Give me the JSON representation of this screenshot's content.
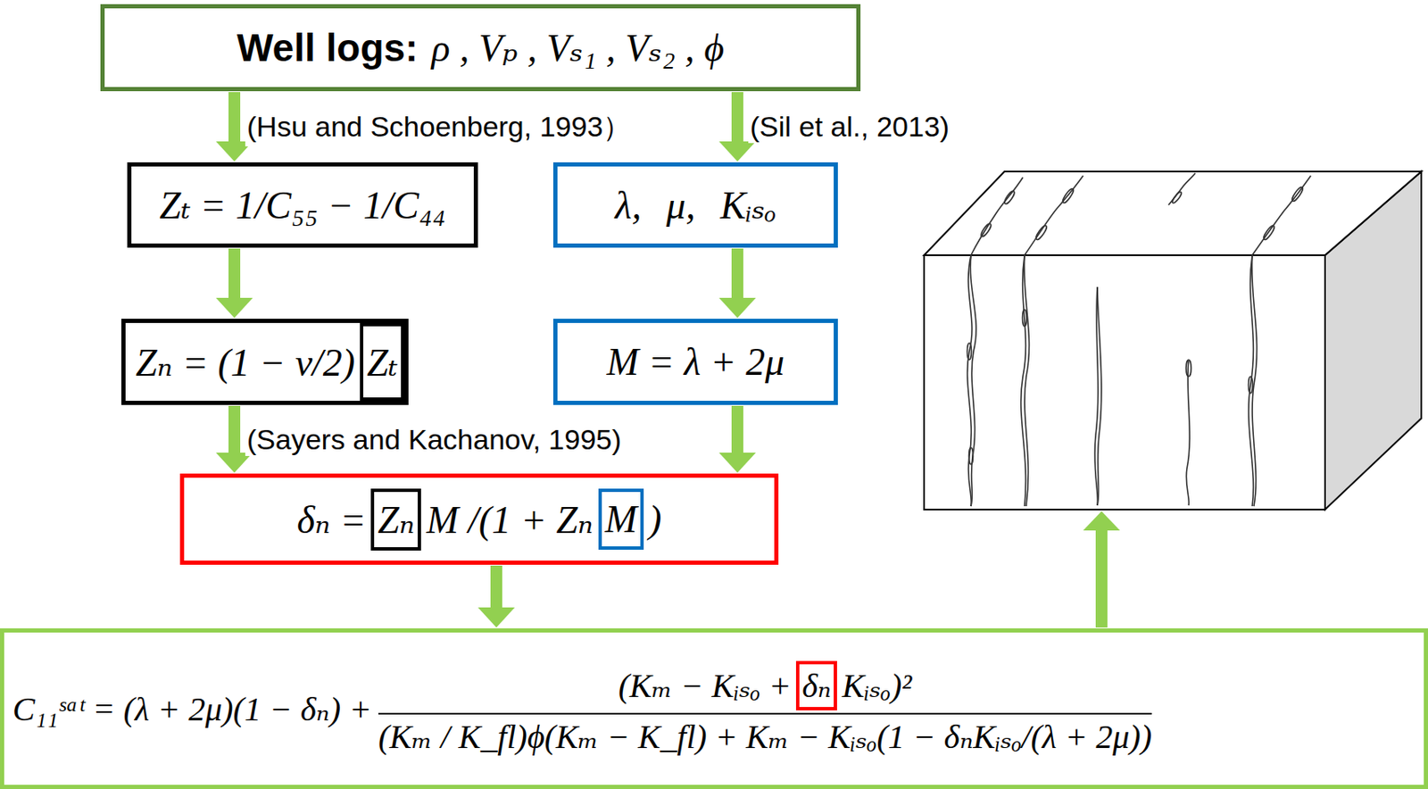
{
  "diagram": {
    "nodes": [
      {
        "text": [
          "Well logs:",
          "ρ , Vₚ , Vₛ₁ , Vₛ₂ , ϕ"
        ]
      },
      {
        "text": [
          "Zₜ = 1/C₅₅ − 1/C₄₄"
        ]
      },
      {
        "text": [
          "λ, μ, Kᵢₛₒ"
        ]
      },
      {
        "text": [
          "Zₙ = (1 − ν/2)"
        ]
      },
      {
        "text": [
          "Zₜ"
        ],
        "in": 3
      },
      {
        "text": [
          "M = λ + 2μ"
        ]
      },
      {
        "text": [
          "δₙ =",
          "M /(1 + Zₙ",
          ")"
        ]
      },
      {
        "text": [
          "Zₙ"
        ],
        "in": 6
      },
      {
        "text": [
          "M"
        ],
        "in": 6
      },
      {
        "text": [
          "C₁₁ˢᵃᵗ = (λ + 2μ)(1 − δₙ) +",
          "(Kₘ − Kᵢₛₒ +",
          "Kᵢₛₒ)²",
          "(Kₘ / K_fl)ϕ(Kₘ − K_fl) + Kₘ − Kᵢₛₒ(1 − δₙKᵢₛₒ/(λ + 2μ))"
        ]
      },
      {
        "text": [
          "δₙ"
        ],
        "in": 9
      }
    ],
    "edges": [
      {
        "from": 0,
        "to": 1,
        "label": "(Hsu and Schoenberg, 1993）",
        "arrow": "to"
      },
      {
        "from": 0,
        "to": 2,
        "label": "(Sil et al., 2013)",
        "arrow": "to"
      },
      {
        "from": 1,
        "to": 3,
        "arrow": "to"
      },
      {
        "from": 2,
        "to": 5,
        "arrow": "to"
      },
      {
        "from": 3,
        "to": 6,
        "label": "(Sayers and Kachanov, 1995)",
        "arrow": "to"
      },
      {
        "from": 5,
        "to": 6,
        "arrow": "to"
      },
      {
        "from": 6,
        "to": 9,
        "arrow": "to"
      }
    ]
  }
}
